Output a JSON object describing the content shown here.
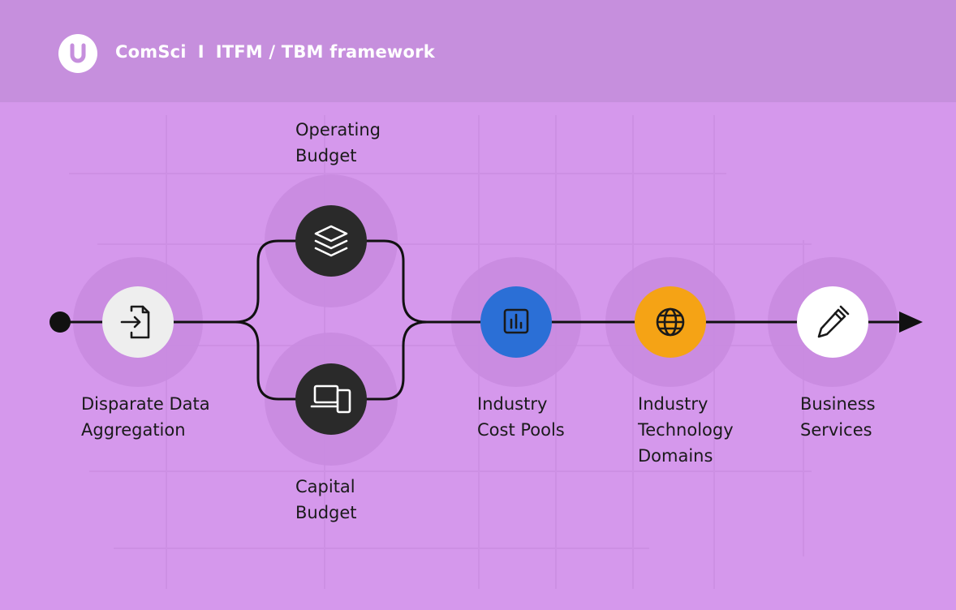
{
  "header": {
    "brand": "ComSci",
    "separator": "I",
    "subtitle": "ITFM / TBM framework"
  },
  "nodes": [
    {
      "id": "disparate",
      "lines": [
        "Disparate Data",
        "Aggregation"
      ],
      "icon": "file-import-icon",
      "fill": "#eeeeee",
      "stroke": "#1a1a1a"
    },
    {
      "id": "operating",
      "lines": [
        "Operating",
        "Budget"
      ],
      "icon": "layers-icon",
      "fill": "#2a2a2a",
      "stroke": "#ffffff"
    },
    {
      "id": "capital",
      "lines": [
        "Capital",
        "Budget"
      ],
      "icon": "devices-icon",
      "fill": "#2a2a2a",
      "stroke": "#ffffff"
    },
    {
      "id": "cost-pools",
      "lines": [
        "Industry",
        "Cost Pools"
      ],
      "icon": "bar-chart-icon",
      "fill": "#2b6fd6",
      "stroke": "#1a1a1a"
    },
    {
      "id": "tech-domains",
      "lines": [
        "Industry",
        "Technology",
        "Domains"
      ],
      "icon": "globe-icon",
      "fill": "#f5a315",
      "stroke": "#1a1a1a"
    },
    {
      "id": "business-services",
      "lines": [
        "Business",
        "Services"
      ],
      "icon": "pen-icon",
      "fill": "#ffffff",
      "stroke": "#1a1a1a"
    }
  ],
  "colors": {
    "background": "#d598ec",
    "header": "#c68fdd",
    "line": "#111111",
    "halo": "#c98be0"
  }
}
